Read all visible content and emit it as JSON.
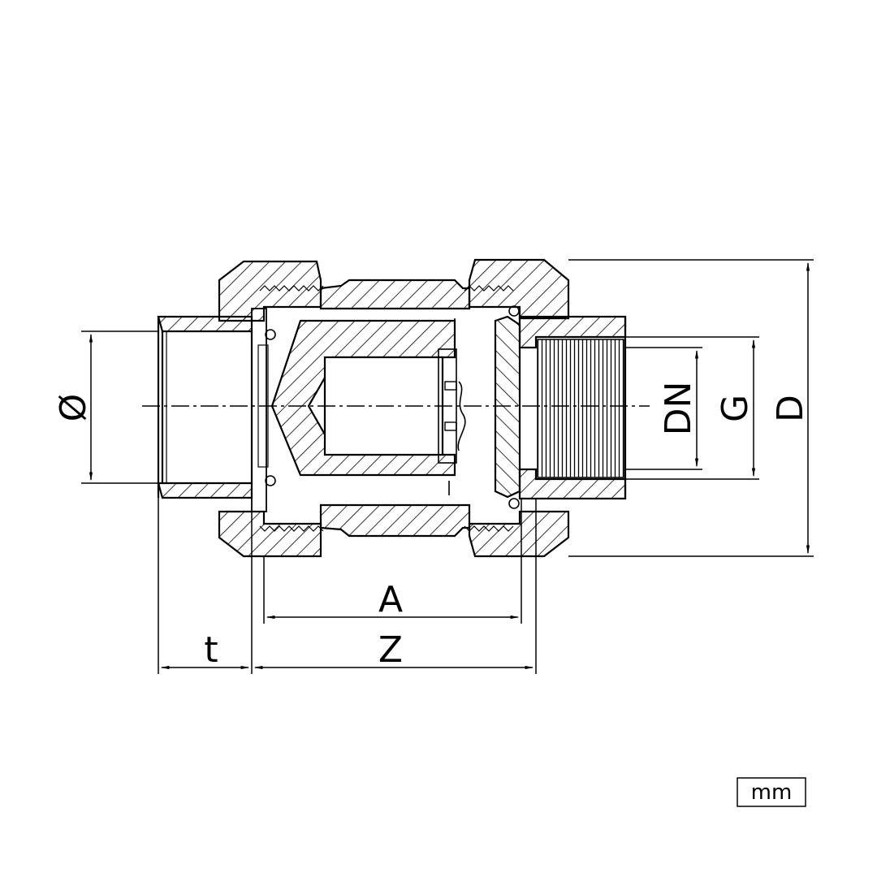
{
  "dimensions": {
    "diameter": "Ø",
    "dn": "DN",
    "g": "G",
    "d": "D",
    "a": "A",
    "t": "t",
    "z": "Z"
  },
  "unit": "mm",
  "colors": {
    "line": "#000000",
    "background": "#ffffff"
  }
}
